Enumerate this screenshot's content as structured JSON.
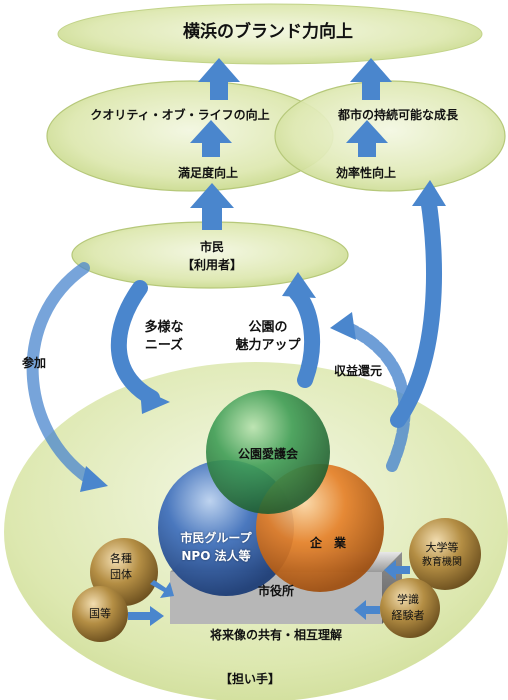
{
  "top": {
    "brand": "横浜のブランド力向上"
  },
  "middle": {
    "qol": "クオリティ・オブ・ライフの向上",
    "sustainable": "都市の持続可能な成長",
    "satisfaction": "満足度向上",
    "efficiency": "効率性向上"
  },
  "citizen": {
    "title": "市民",
    "subtitle": "【利用者】"
  },
  "arrows": {
    "participation": "参加",
    "needs_1": "多様な",
    "needs_2": "ニーズ",
    "appeal_1": "公園の",
    "appeal_2": "魅力アップ",
    "revenue": "収益還元"
  },
  "actors": {
    "park_association": "公園愛護会",
    "citizen_groups_1": "市民グループ",
    "citizen_groups_2": "NPO 法人等",
    "enterprise": "企　業",
    "various_groups_1": "各種",
    "various_groups_2": "団体",
    "country": "国等",
    "university_1": "大学等",
    "university_2": "教育機関",
    "experts_1": "学識",
    "experts_2": "経験者",
    "city_hall": "市役所",
    "shared_vision": "将来像の共有・相互理解",
    "bearers": "【担い手】"
  },
  "colors": {
    "ellipse_fill": "#dfe9b4",
    "ellipse_stroke": "#b6c87a",
    "arrow_blue": "#4a86cd",
    "sphere_green": "#3c9a52",
    "sphere_blue": "#3f6fb8",
    "sphere_orange": "#e27e25",
    "sphere_gold": "#b08a3e"
  }
}
